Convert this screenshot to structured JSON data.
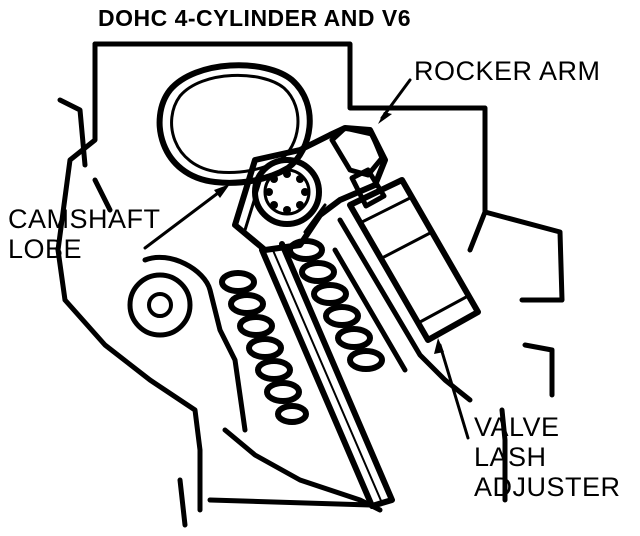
{
  "title": "DOHC 4-CYLINDER AND V6",
  "labels": {
    "rocker_arm": "ROCKER ARM",
    "camshaft_lobe": [
      "CAMSHAFT",
      "LOBE"
    ],
    "valve_lash_adjuster": [
      "VALVE",
      "LASH",
      "ADJUSTER"
    ]
  },
  "colors": {
    "ink": "#000000",
    "paper": "#ffffff"
  }
}
